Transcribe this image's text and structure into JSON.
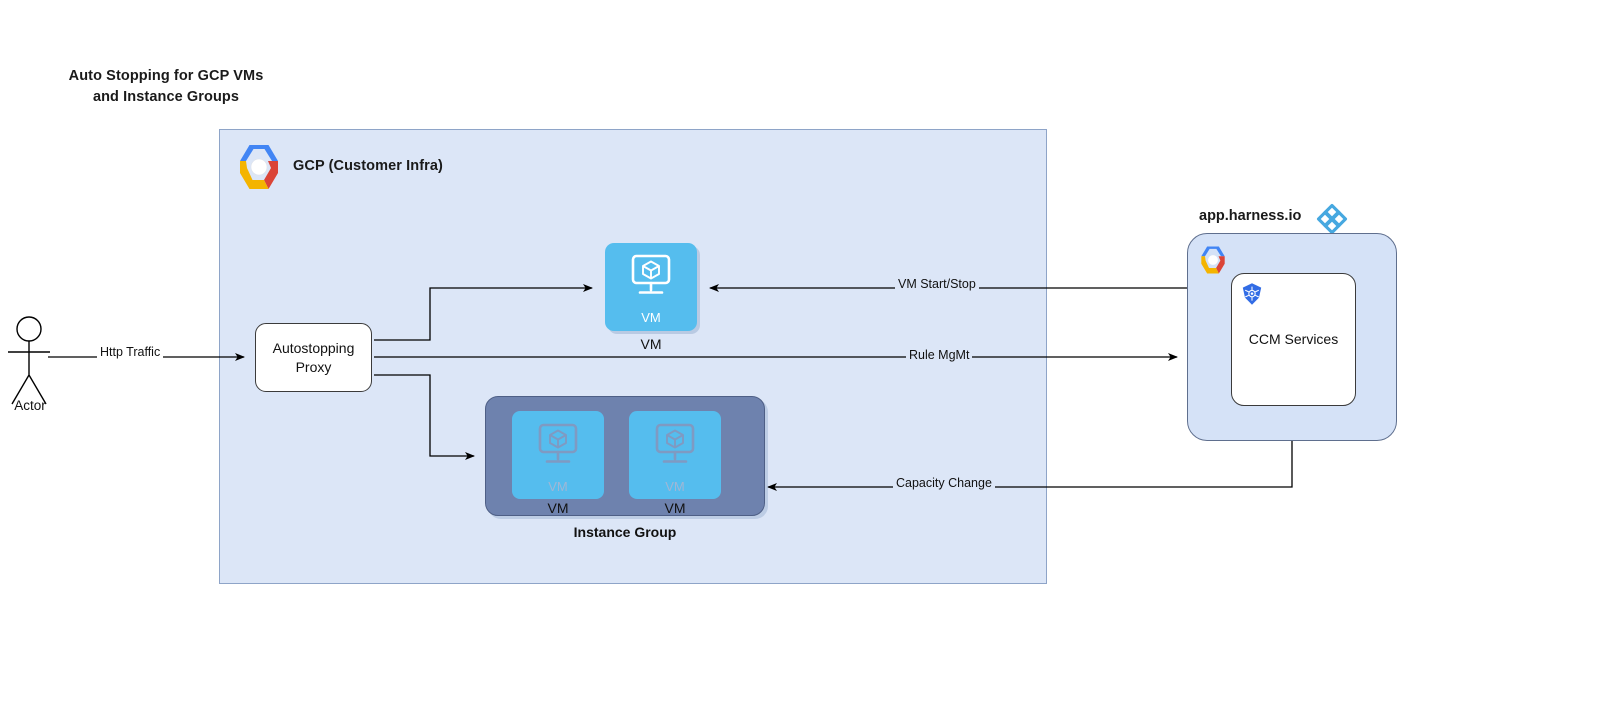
{
  "title": {
    "line1": "Auto Stopping for GCP VMs",
    "line2": "and Instance Groups"
  },
  "gcp": {
    "label": "GCP (Customer Infra)",
    "logo_icon": "gcp-logo-icon"
  },
  "nodes": {
    "actor": {
      "label": "Actor",
      "icon": "actor-stick-figure-icon"
    },
    "autostopping_proxy": {
      "line1": "Autostopping",
      "line2": "Proxy"
    },
    "vm_single": {
      "inner_label": "VM",
      "caption": "VM",
      "icon": "vm-monitor-cube-icon"
    },
    "instance_group": {
      "caption": "Instance Group",
      "vms": [
        {
          "inner_label": "VM",
          "caption": "VM",
          "icon": "vm-monitor-cube-icon"
        },
        {
          "inner_label": "VM",
          "caption": "VM",
          "icon": "vm-monitor-cube-icon"
        }
      ]
    },
    "harness": {
      "title": "app.harness.io",
      "logo_icon": "harness-logo-icon",
      "gcp_logo_icon": "gcp-logo-icon",
      "ccm": {
        "label": "CCM Services",
        "icon": "kubernetes-logo-icon"
      }
    }
  },
  "edges": [
    {
      "label": "Http Traffic",
      "from": "actor",
      "to": "autostopping-proxy"
    },
    {
      "label": "VM Start/Stop",
      "from": "ccm-services",
      "to": "vm"
    },
    {
      "label": "Rule MgMt",
      "from": "autostopping-proxy",
      "to": "ccm-services"
    },
    {
      "label": "Capacity Change",
      "from": "ccm-services",
      "to": "instance-group"
    }
  ],
  "colors": {
    "gcp_container_bg": "#dce6f7",
    "vm_blue": "#55bdee",
    "instance_group_bg": "#6e82ae",
    "harness_container_bg": "#d5e2f7",
    "harness_logo_blue": "#46a8e0",
    "kubernetes_blue": "#326ce5",
    "line": "#000000"
  }
}
